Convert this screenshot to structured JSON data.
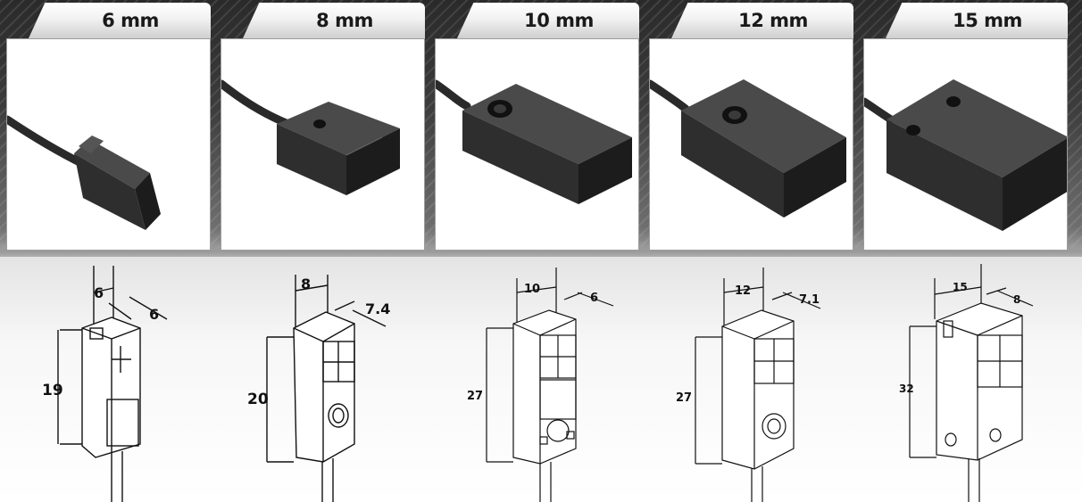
{
  "sizes": [
    {
      "label": "6 mm",
      "dims": {
        "width": "6",
        "depth": "6",
        "height": "19"
      }
    },
    {
      "label": "8 mm",
      "dims": {
        "width": "8",
        "depth": "7.4",
        "height": "20"
      }
    },
    {
      "label": "10 mm",
      "dims": {
        "width": "10",
        "depth": "6",
        "height": "27"
      }
    },
    {
      "label": "12 mm",
      "dims": {
        "width": "12",
        "depth": "7.1",
        "height": "27"
      }
    },
    {
      "label": "15 mm",
      "dims": {
        "width": "15",
        "depth": "8",
        "height": "32"
      }
    }
  ]
}
